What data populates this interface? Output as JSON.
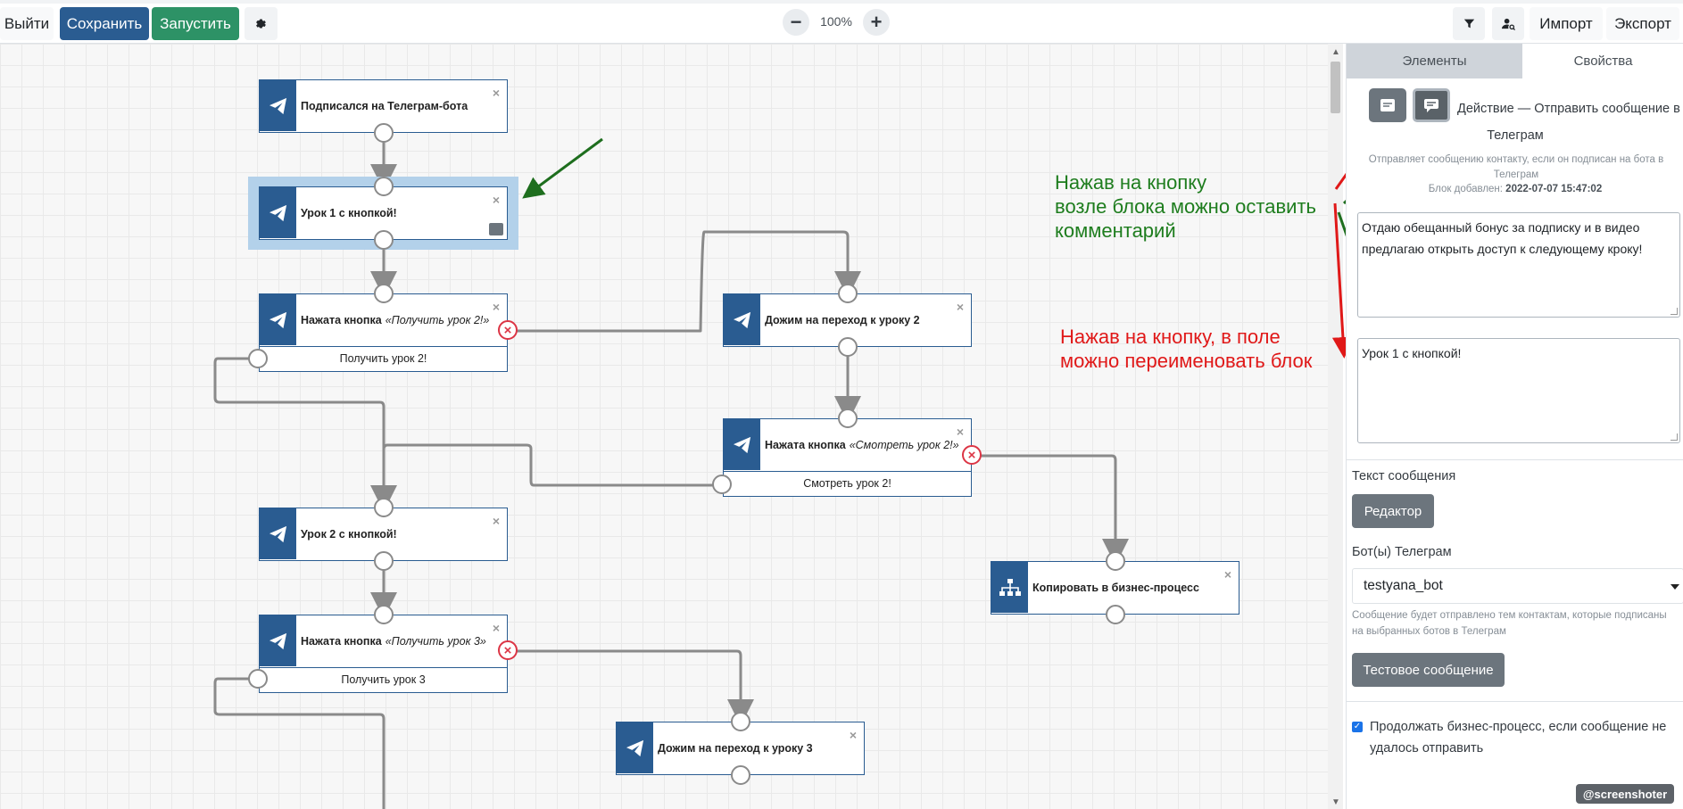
{
  "toolbar": {
    "exit_label": "Выйти",
    "save_label": "Сохранить",
    "run_label": "Запустить",
    "zoom_minus": "−",
    "zoom_level": "100%",
    "zoom_plus": "+",
    "import_label": "Импорт",
    "export_label": "Экспорт",
    "icons": [
      "gear-icon",
      "filter-icon",
      "user-search-icon"
    ]
  },
  "canvas": {
    "nodes": [
      {
        "title": "Подписался на Телеграм-бота",
        "close": "×"
      },
      {
        "title": "Урок 1 с кнопкой!",
        "close": "×",
        "selected": true
      },
      {
        "title": "Нажата кнопка",
        "quote": "«Получить урок 2!»",
        "sub": "Получить урок 2!",
        "close": "×"
      },
      {
        "title": "Дожим на переход к уроку 2",
        "close": "×"
      },
      {
        "title": "Нажата кнопка",
        "quote": "«Смотреть урок 2!»",
        "sub": "Смотреть урок 2!",
        "close": "×"
      },
      {
        "title": "Урок 2 с кнопкой!",
        "close": "×"
      },
      {
        "title": "Копировать в бизнес-процесс",
        "close": "×"
      },
      {
        "title": "Нажата кнопка",
        "quote": "«Получить урок 3»",
        "sub": "Получить урок 3",
        "close": "×"
      },
      {
        "title": "Дожим на переход к уроку 3",
        "close": "×"
      }
    ],
    "x_mark": "×",
    "annotation_green": [
      "Нажав на кнопку",
      "возле блока можно оставить",
      "комментарий"
    ],
    "annotation_red": [
      "Нажав на кнопку, в поле",
      "можно переименовать блок"
    ],
    "colors": {
      "node": "#2a5c91",
      "green_arrow": "#1e6e1e",
      "red_arrow": "#e01818",
      "error": "#dc3545"
    }
  },
  "panel": {
    "tab_elements": "Элементы",
    "tab_properties": "Свойства",
    "action_title_1": "Действие — Отправить сообщение в",
    "action_title_2": "Телеграм",
    "action_desc": "Отправляет сообщению контакту, если он подписан на бота в Телеграм",
    "added_label": "Блок добавлен:",
    "added_date": "2022-07-07 15:47:02",
    "comment_text": "Отдаю обещанный бонус за подписку и в видео предлагаю открыть доступ к следующему кроку!",
    "block_name": "Урок 1 с кнопкой!",
    "message_label": "Текст сообщения",
    "editor_button": "Редактор",
    "bots_label": "Бот(ы) Телеграм",
    "bot_selected": "testyana_bot",
    "bots_hint": "Сообщение будет отправлено тем контактам, которые подписаны на выбранных ботов в Телеграм",
    "test_button": "Тестовое сообщение",
    "continue_checked": true,
    "continue_label": "Продолжать бизнес-процесс, если сообщение не удалось отправить"
  },
  "watermark": "@screenshoter"
}
